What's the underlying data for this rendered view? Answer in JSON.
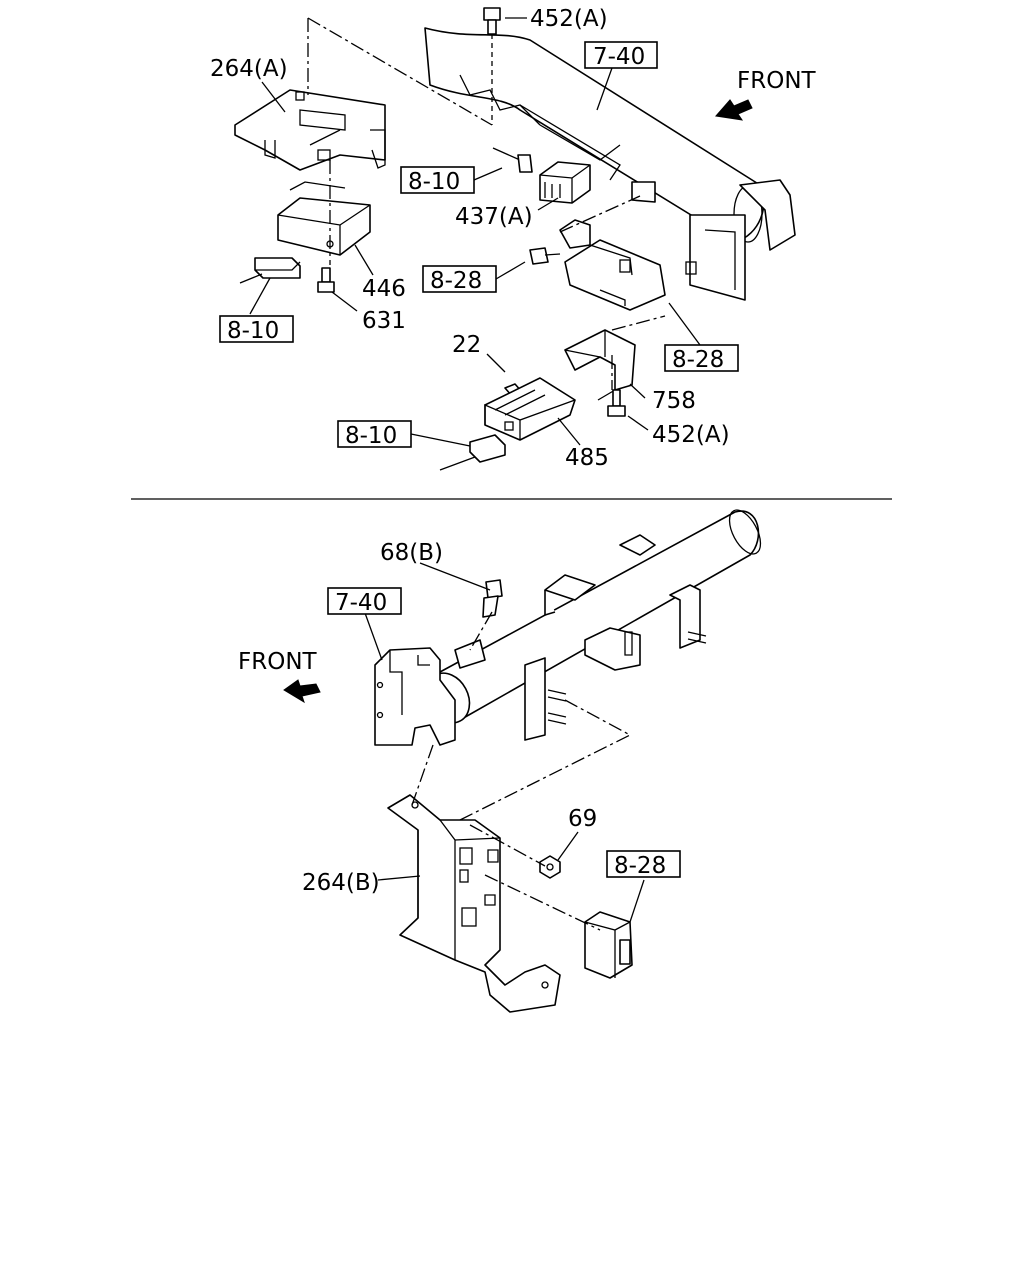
{
  "top_view": {
    "front_text": "FRONT",
    "ref_7_40": "7-40",
    "ref_8_10_a": "8-10",
    "ref_8_10_b": "8-10",
    "ref_8_10_c": "8-10",
    "ref_8_28_a": "8-28",
    "ref_8_28_b": "8-28",
    "part_452a_top": "452(A)",
    "part_264a": "264(A)",
    "part_437a": "437(A)",
    "part_446": "446",
    "part_631": "631",
    "part_22": "22",
    "part_758": "758",
    "part_452a_bottom": "452(A)",
    "part_485": "485"
  },
  "bottom_view": {
    "front_text": "FRONT",
    "ref_7_40": "7-40",
    "ref_8_28": "8-28",
    "part_68b": "68(B)",
    "part_69": "69",
    "part_264b": "264(B)"
  },
  "colors": {
    "ink": "#000000",
    "paper": "#ffffff"
  }
}
